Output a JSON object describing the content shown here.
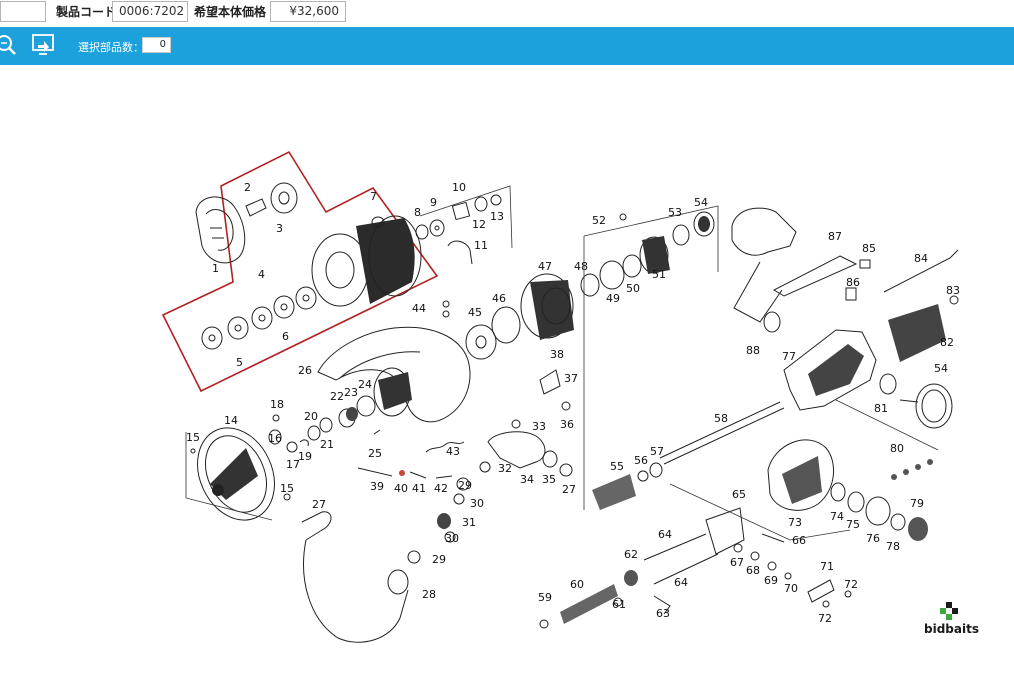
{
  "header": {
    "first_field": "",
    "product_code_label": "製品コード",
    "product_code_value": "0006:7202",
    "price_label": "希望本体価格",
    "price_value": "¥32,600"
  },
  "toolbar": {
    "zoom_icon": "magnifier-icon",
    "screen_icon": "monitor-arrow-icon",
    "selected_parts_label": "選択部品数：",
    "selected_parts_count": "0",
    "background_color": "#1da1dd"
  },
  "diagram": {
    "highlight_color": "#b22222",
    "part_numbers": [
      "1",
      "2",
      "3",
      "4",
      "5",
      "6",
      "7",
      "8",
      "9",
      "10",
      "11",
      "12",
      "13",
      "14",
      "15",
      "15",
      "16",
      "17",
      "18",
      "19",
      "20",
      "21",
      "22",
      "23",
      "24",
      "25",
      "26",
      "27",
      "27",
      "28",
      "29",
      "29",
      "30",
      "30",
      "31",
      "32",
      "33",
      "34",
      "35",
      "36",
      "37",
      "38",
      "39",
      "40",
      "41",
      "42",
      "43",
      "44",
      "45",
      "46",
      "47",
      "48",
      "49",
      "50",
      "51",
      "52",
      "53",
      "54",
      "54",
      "55",
      "56",
      "57",
      "58",
      "59",
      "60",
      "61",
      "62",
      "63",
      "64",
      "64",
      "65",
      "66",
      "67",
      "68",
      "69",
      "70",
      "71",
      "72",
      "72",
      "73",
      "74",
      "75",
      "76",
      "77",
      "78",
      "79",
      "80",
      "81",
      "82",
      "83",
      "84",
      "85",
      "86",
      "87",
      "88"
    ]
  },
  "watermark": {
    "brand": "bidbaits"
  }
}
